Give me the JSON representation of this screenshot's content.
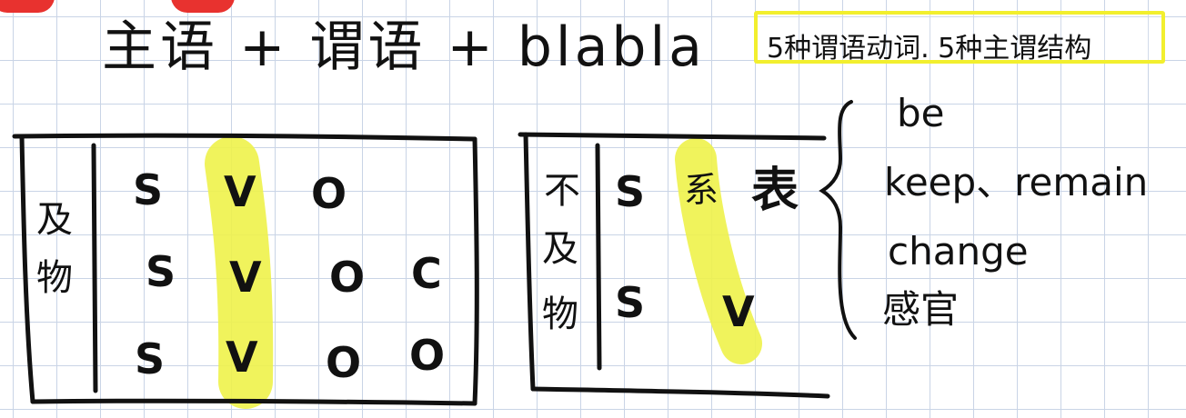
{
  "title": "主语 + 谓语 + blabla",
  "callout": "5种谓语动词. 5种主谓结构",
  "transitive_table": {
    "side_label_line1": "及",
    "side_label_line2": "物",
    "rows": [
      [
        "S",
        "V",
        "O",
        ""
      ],
      [
        "S",
        "V",
        "O",
        "C"
      ],
      [
        "S",
        "V",
        "O",
        "O"
      ]
    ]
  },
  "intransitive_table": {
    "side_label_line1": "不",
    "side_label_line2": "及",
    "side_label_line3": "物",
    "rows": [
      [
        "S",
        "系",
        "表"
      ],
      [
        "S",
        "V",
        ""
      ]
    ]
  },
  "verb_list": [
    "be",
    "keep、remain",
    "change",
    "感官"
  ],
  "colors": {
    "highlight": "#eef24a",
    "callout_border": "#f2ef2e",
    "ink": "#111111",
    "grid": "#c9d4e6",
    "top_marks": "#e8322f"
  }
}
